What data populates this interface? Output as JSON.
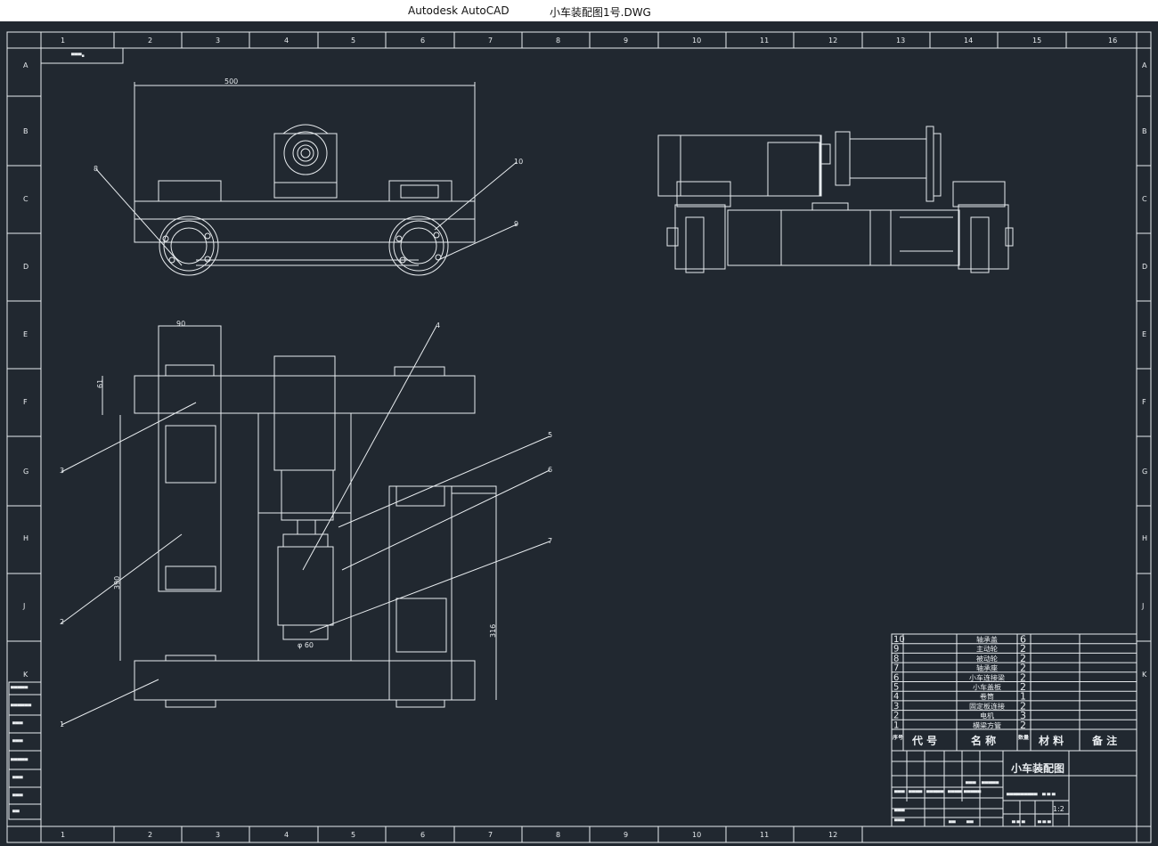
{
  "window": {
    "app_name": "Autodesk AutoCAD",
    "document_title": "小车装配图1号.DWG"
  },
  "colors": {
    "background": "#212830",
    "line": "#e8ecef",
    "titlebar_bg": "#ffffff"
  },
  "frame": {
    "column_labels": [
      "1",
      "2",
      "3",
      "4",
      "5",
      "6",
      "7",
      "8",
      "9",
      "10",
      "11",
      "12",
      "13",
      "14",
      "15",
      "16"
    ],
    "bottom_column_labels": [
      "1",
      "2",
      "3",
      "4",
      "5",
      "6",
      "7",
      "8",
      "9",
      "10",
      "11",
      "12"
    ],
    "row_labels": [
      "A",
      "B",
      "C",
      "D",
      "E",
      "F",
      "G",
      "H",
      "J",
      "K"
    ]
  },
  "dimensions": {
    "top_width": "500",
    "front_width": "90",
    "front_depth": "61",
    "front_height": "390",
    "right_height": "316",
    "bottom_dia": "φ 60"
  },
  "balloons": [
    "1",
    "2",
    "3",
    "4",
    "5",
    "6",
    "7",
    "8",
    "9",
    "10"
  ],
  "bom": {
    "rows": [
      {
        "no": "10",
        "name": "轴承盖",
        "qty": "6"
      },
      {
        "no": "9",
        "name": "主动轮",
        "qty": "2"
      },
      {
        "no": "8",
        "name": "被动轮",
        "qty": "2"
      },
      {
        "no": "7",
        "name": "轴承座",
        "qty": "2"
      },
      {
        "no": "6",
        "name": "小车连接梁",
        "qty": "2"
      },
      {
        "no": "5",
        "name": "小车盖板",
        "qty": "2"
      },
      {
        "no": "4",
        "name": "卷筒",
        "qty": "1"
      },
      {
        "no": "3",
        "name": "固定板连接",
        "qty": "2"
      },
      {
        "no": "2",
        "name": "电机",
        "qty": "3"
      },
      {
        "no": "1",
        "name": "横梁方管",
        "qty": "2"
      }
    ],
    "header": {
      "no": "序号",
      "code": "代 号",
      "name": "名 称",
      "qty": "数量",
      "material": "材 料",
      "remark": "备 注"
    }
  },
  "title_block": {
    "drawing_title": "小车装配图",
    "scale": "1:2"
  }
}
